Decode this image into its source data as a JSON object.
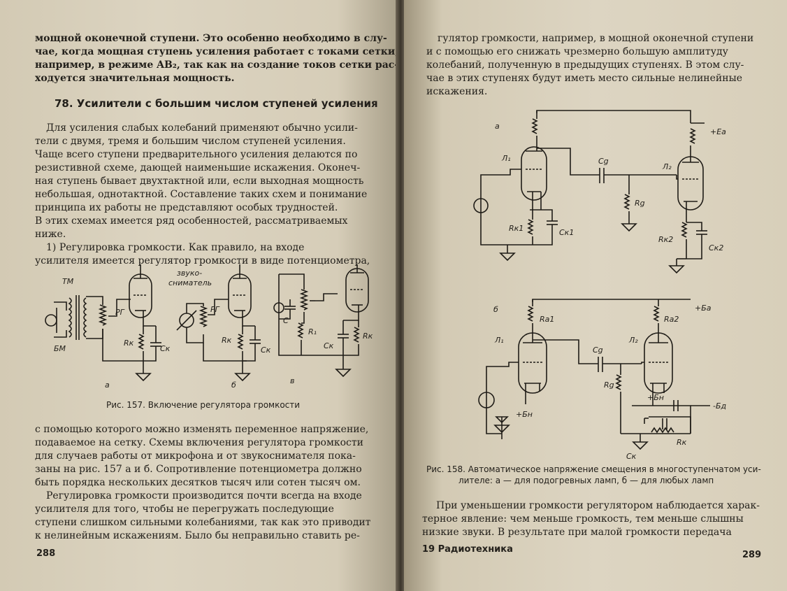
{
  "left_page": {
    "lines_top": [
      "мощной оконечной ступени. Это особенно необходимо в слу-",
      "чае, когда мощная ступень усиления работает с токами сетки,",
      "например, в режиме AB₂, так как на создание токов сетки рас-",
      "ходуется значительная мощность."
    ],
    "section_heading": "78. Усилители с большим числом ступеней усиления",
    "lines_body": [
      "Для усиления слабых колебаний применяют обычно усили-",
      "тели с двумя, тремя и большим числом ступеней усиления.",
      "Чаще всего ступени предварительного усиления делаются по",
      "резистивной схеме, дающей наименьшие искажения. Оконеч-",
      "ная ступень бывает двухтактной или, если выходная мощность",
      "небольшая, однотактной. Составление таких схем и понимание",
      "принципа их работы не представляют особых трудностей.",
      "В этих схемах имеется ряд особенностей, рассматриваемых",
      "ниже."
    ],
    "subsection_lines": [
      "1) Регулировка громкости. Как правило, на входе",
      "усилителя имеется регулятор громкости в виде потенциометра,"
    ],
    "fig157": {
      "labels": {
        "tm": "ТМ",
        "bm": "БМ",
        "rg1": "РГ",
        "rk1": "Rк",
        "ck1": "Cк",
        "a": "а",
        "zvuko1": "звуко-",
        "zvuko2": "сниматель",
        "rg2": "РГ",
        "rk2": "Rк",
        "ck2": "Cк",
        "b": "б",
        "c": "C",
        "r1": "R₁",
        "ck3": "Cк",
        "rk3": "Rк",
        "v": "в"
      },
      "caption": "Рис. 157. Включение регулятора громкости"
    },
    "lines_bottom": [
      "с помощью которого можно изменять переменное напряжение,",
      "подаваемое на сетку. Схемы включения регулятора громкости",
      "для случаев работы от микрофона и от звукоснимателя пока-",
      "заны на рис. 157 а и б. Сопротивление потенциометра должно",
      "быть порядка нескольких десятков тысяч или сотен тысяч ом.",
      "Регулировка громкости производится почти всегда на входе",
      "усилителя для того, чтобы не перегружать последующие",
      "ступени слишком сильными колебаниями, так как это приводит",
      "к нелинейным искажениям. Было бы неправильно ставить ре-"
    ],
    "page_number": "288"
  },
  "right_page": {
    "lines_top": [
      "гулятор громкости, например, в мощной оконечной ступени",
      "и с помощью его снижать чрезмерно большую амплитуду",
      "колебаний, полученную в предыдущих ступенях. В этом слу-",
      "чае в этих ступенях будут иметь место сильные нелинейные",
      "искажения."
    ],
    "fig158": {
      "labels_a": {
        "a": "а",
        "ea": "+Eа",
        "l1": "Л₁",
        "l2": "Л₂",
        "cg": "Cg",
        "rg": "Rg",
        "rk1": "Rк1",
        "ck1": "Cк1",
        "rk2": "Rк2",
        "ck2": "Cк2"
      },
      "labels_b": {
        "b": "б",
        "ba": "+Ба",
        "ra1": "Rа1",
        "ra2": "Rа2",
        "l1": "Л₁",
        "l2": "Л₂",
        "cg": "Cg",
        "rg": "Rg",
        "bn1": "+Бн",
        "bn2": "+Бн",
        "bsmall": "-Бд",
        "ck": "Cк",
        "rk": "Rк"
      },
      "caption_lines": [
        "Рис. 158. Автоматическое напряжение смещения в многоступенчатом уси-",
        "лителе: а — для подогревных ламп, б — для любых ламп"
      ]
    },
    "lines_bottom": [
      "При уменьшении громкости регулятором наблюдается харак-",
      "терное явление: чем меньше громкость, тем меньше слышны",
      "низкие звуки. В результате при малой громкости передача"
    ],
    "footer_signature": "19 Радиотехника",
    "page_number": "289"
  }
}
